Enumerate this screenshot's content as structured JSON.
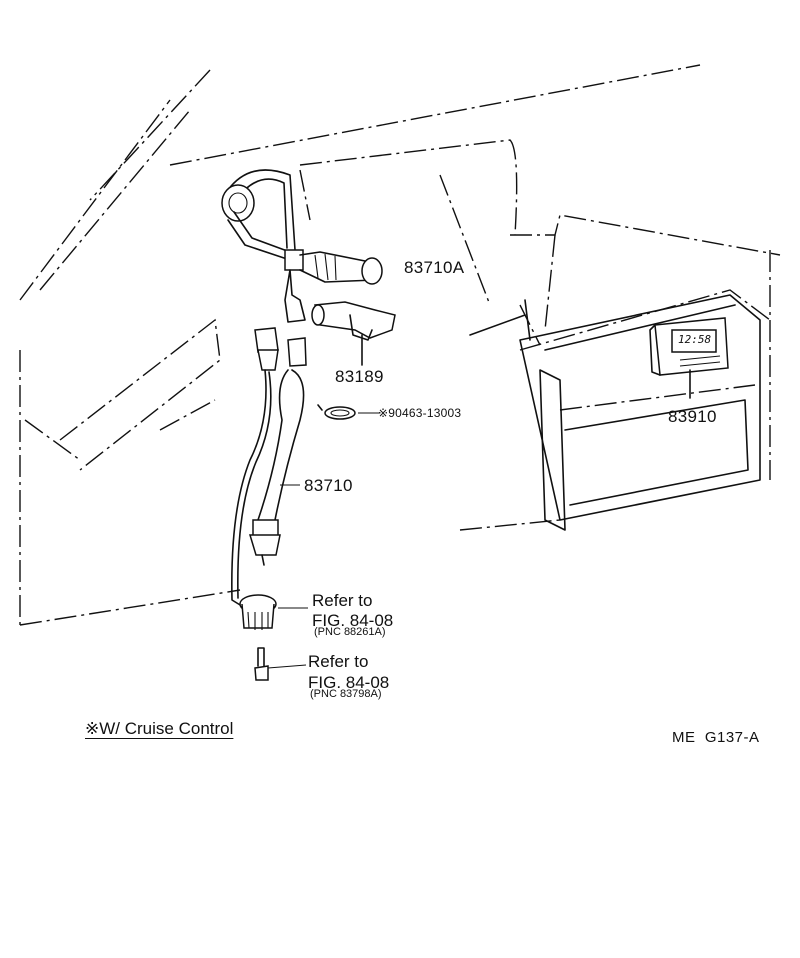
{
  "parts": {
    "p83710A": "83710A",
    "p83189": "83189",
    "p90463": "※90463-13003",
    "p83910": "83910",
    "p83710": "83710"
  },
  "clock_display": "12:58",
  "references": [
    {
      "line1": "Refer to",
      "line2": "FIG. 84-08",
      "pnc": "(PNC 88261A)"
    },
    {
      "line1": "Refer to",
      "line2": "FIG. 84-08",
      "pnc": "(PNC 83798A)"
    }
  ],
  "footnote": "※W/ Cruise Control",
  "figure_code": "ME  G137-A"
}
